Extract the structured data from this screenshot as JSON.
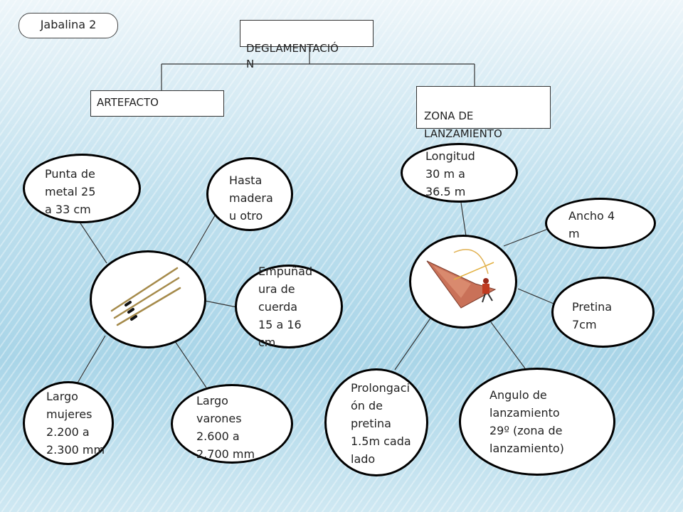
{
  "tag": "Jabalina 2",
  "root": "DEGLAMENTACIÓ\nN",
  "branches": {
    "left": "ARTEFACTO",
    "right": "ZONA DE\nLANZAMIENTO"
  },
  "artefacto": {
    "punta": "Punta de\nmetal 25\na 33 cm",
    "hasta": "Hasta\nmadera\nu otro",
    "empunadura": "Empuñad\nura de\ncuerda\n15 a 16\ncm",
    "largo_mujeres": "Largo\nmujeres\n2.200 a\n2.300 mm",
    "largo_varones": "Largo\nvarones\n2.600 a\n2.700 mm"
  },
  "zona": {
    "longitud": "Longitud\n30 m a\n36.5 m",
    "ancho": "Ancho 4\nm",
    "pretina": "Pretina\n7cm",
    "prolongacion": "Prolongaci\nón de\npretina\n1.5m cada\nlado",
    "angulo": "Angulo de\nlanzamiento\n29º (zona de\nlanzamiento)"
  },
  "icons": [
    "javelin-icon",
    "throwing-zone-icon"
  ]
}
